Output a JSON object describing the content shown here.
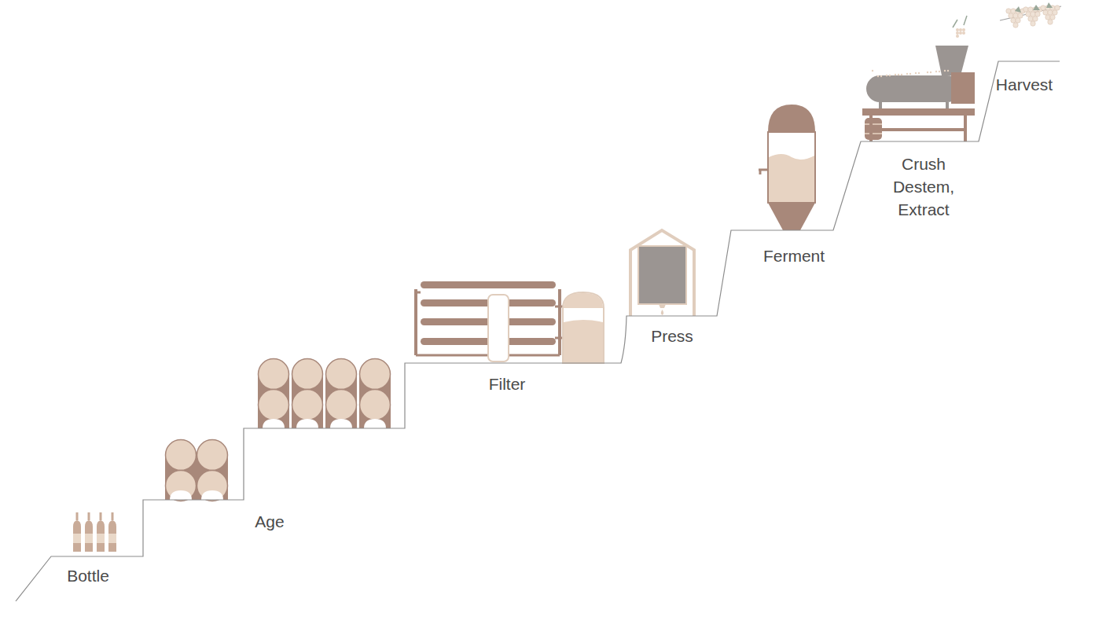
{
  "diagram": {
    "labels": [
      "Bottle",
      "Age",
      "Filter",
      "Press",
      "Ferment",
      "Crush Destem, Extract",
      "Harvest"
    ]
  }
}
